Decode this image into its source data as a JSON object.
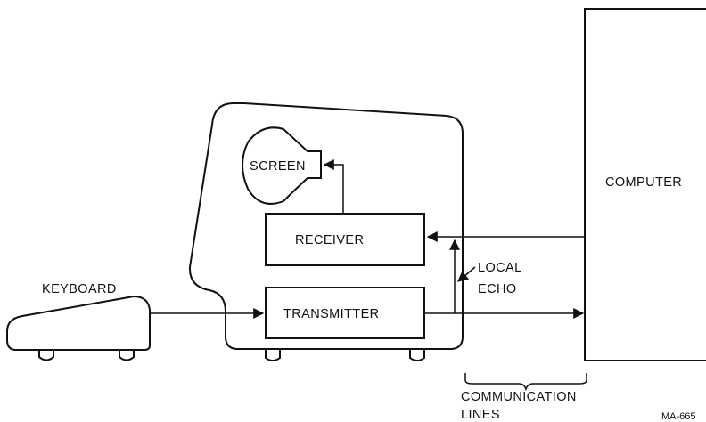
{
  "diagram": {
    "labels": {
      "screen": "SCREEN",
      "receiver": "RECEIVER",
      "transmitter": "TRANSMITTER",
      "keyboard": "KEYBOARD",
      "computer": "COMPUTER",
      "local_echo_line1": "LOCAL",
      "local_echo_line2": "ECHO",
      "communication_line1": "COMMUNICATION",
      "communication_line2": "LINES",
      "figure_id": "MA-665"
    }
  }
}
